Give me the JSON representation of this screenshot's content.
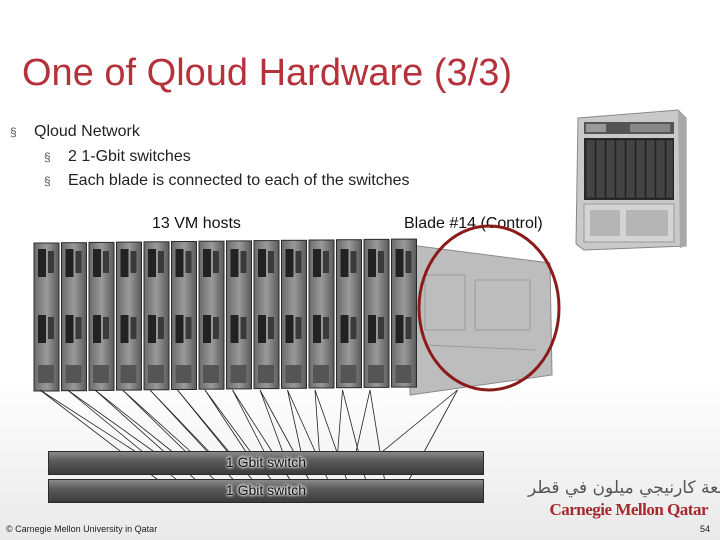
{
  "title": "One of Qloud Hardware (3/3)",
  "bullets": {
    "marker": "§",
    "b1": "Qloud Network",
    "b2": "2 1-Gbit switches",
    "b3": "Each blade is connected to each of the switches"
  },
  "labels": {
    "vm_hosts": "13 VM hosts",
    "control_blade": "Blade #14 (Control)"
  },
  "switches": {
    "sw1": "1 Gbit switch",
    "sw2": "1 Gbit switch"
  },
  "footer": {
    "copyright": "© Carnegie Mellon University in Qatar",
    "page_number": "54"
  },
  "logo": {
    "arabic": "جامعة كارنيجي ميلون في قطر",
    "english": "Carnegie Mellon Qatar"
  },
  "colors": {
    "title": "#b5323b",
    "highlight_circle": "#8b1a1a"
  }
}
